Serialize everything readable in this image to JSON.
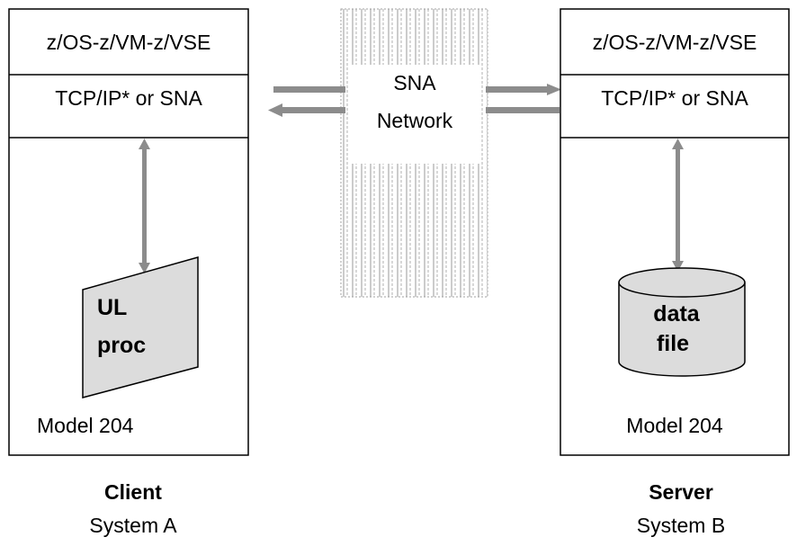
{
  "client": {
    "os_label": "z/OS-z/VM-z/VSE",
    "protocol_label": "TCP/IP* or SNA",
    "proc_line1": "UL",
    "proc_line2": "proc",
    "model_label": "Model 204",
    "role_label": "Client",
    "system_label": "System A"
  },
  "network": {
    "line1": "SNA",
    "line2": "Network"
  },
  "server": {
    "os_label": "z/OS-z/VM-z/VSE",
    "protocol_label": "TCP/IP* or SNA",
    "file_line1": "data",
    "file_line2": "file",
    "model_label": "Model 204",
    "role_label": "Server",
    "system_label": "System B"
  },
  "colors": {
    "arrow": "#8c8c8c",
    "shape_fill": "#dcdcdc",
    "hatch": "#9a9a9a",
    "border": "#000000"
  },
  "icons": {
    "procedure": "parallelogram-document",
    "data_file": "cylinder-storage"
  }
}
